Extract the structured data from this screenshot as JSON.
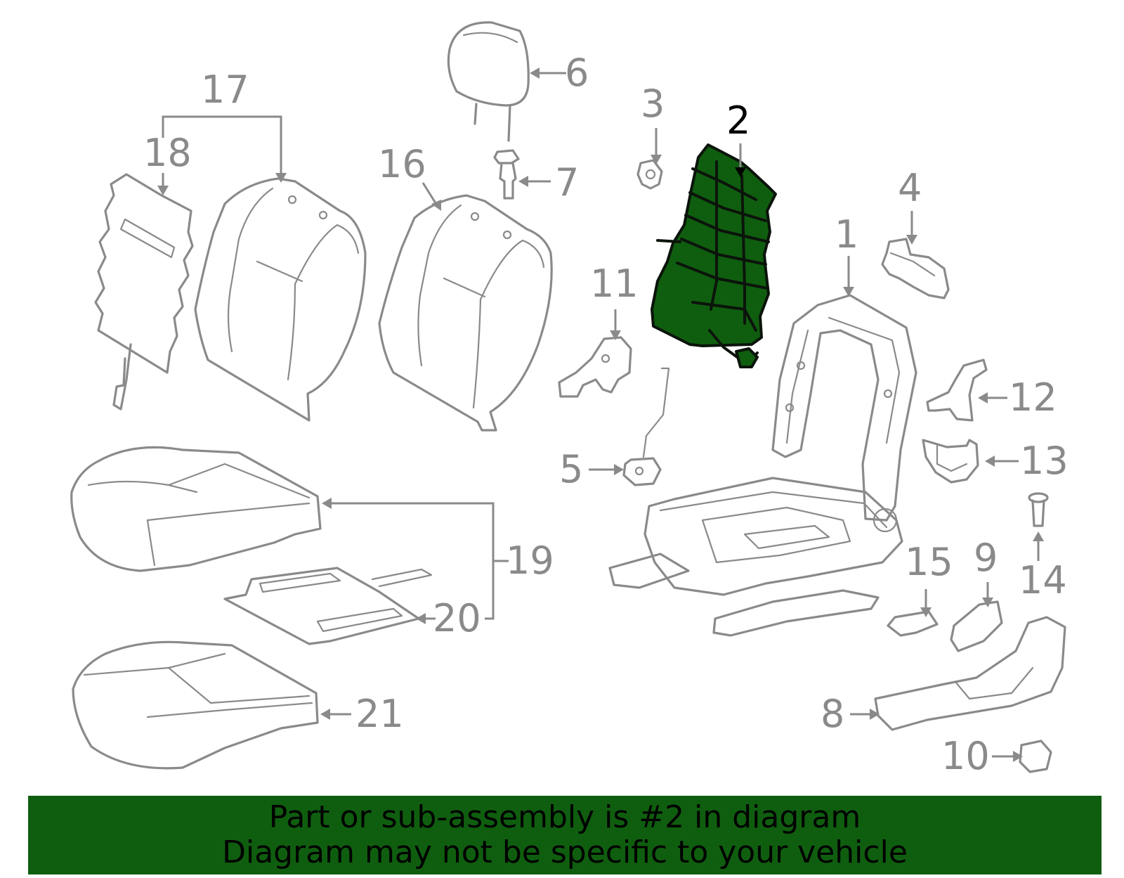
{
  "colors": {
    "highlight": "#0f5e0f",
    "parts": "#8a8a8a",
    "highlight_label": "#000000"
  },
  "highlighted_part": "2",
  "callouts": [
    "1",
    "2",
    "3",
    "4",
    "5",
    "6",
    "7",
    "8",
    "9",
    "10",
    "11",
    "12",
    "13",
    "14",
    "15",
    "16",
    "17",
    "18",
    "19",
    "20",
    "21"
  ],
  "banner": {
    "line1": "Part or sub-assembly is #2 in diagram",
    "line2": "Diagram may not be specific to your vehicle"
  }
}
